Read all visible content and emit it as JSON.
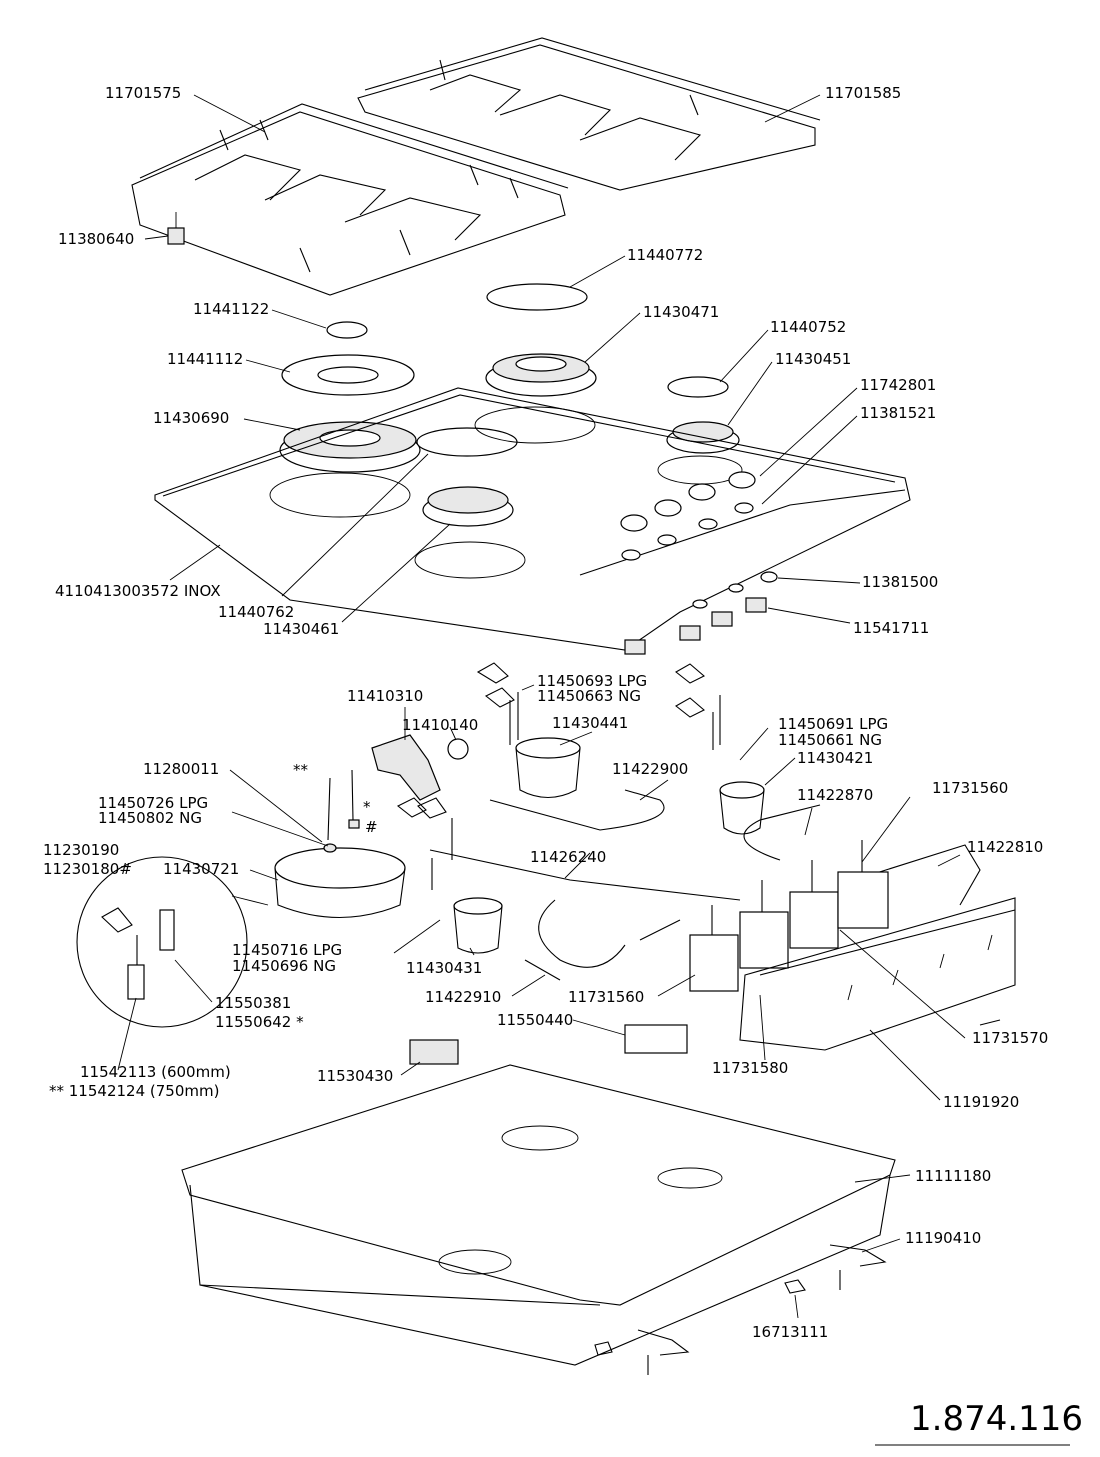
{
  "diagram": {
    "document_number": "1.874.116",
    "labels": [
      {
        "id": "l1",
        "text": "11701575"
      },
      {
        "id": "l2",
        "text": "11701585"
      },
      {
        "id": "l3",
        "text": "11380640"
      },
      {
        "id": "l4",
        "text": "11440772"
      },
      {
        "id": "l5",
        "text": "11441122"
      },
      {
        "id": "l6",
        "text": "11430471"
      },
      {
        "id": "l7",
        "text": "11440752"
      },
      {
        "id": "l8",
        "text": "11441112"
      },
      {
        "id": "l9",
        "text": "11430451"
      },
      {
        "id": "l10",
        "text": "11742801"
      },
      {
        "id": "l11",
        "text": "11430690"
      },
      {
        "id": "l12",
        "text": "11381521"
      },
      {
        "id": "l13",
        "text": "4110413003572  INOX"
      },
      {
        "id": "l14",
        "text": "11440762"
      },
      {
        "id": "l15",
        "text": "11430461"
      },
      {
        "id": "l16",
        "text": "11381500"
      },
      {
        "id": "l17",
        "text": "11541711"
      },
      {
        "id": "l18",
        "text": "11450693  LPG"
      },
      {
        "id": "l19",
        "text": "11450663  NG"
      },
      {
        "id": "l20",
        "text": "11410310"
      },
      {
        "id": "l21",
        "text": "11410140"
      },
      {
        "id": "l22",
        "text": "11430441"
      },
      {
        "id": "l23",
        "text": "11450691  LPG"
      },
      {
        "id": "l24",
        "text": "11450661  NG"
      },
      {
        "id": "l25",
        "text": "11280011"
      },
      {
        "id": "l26",
        "text": "11430421"
      },
      {
        "id": "l27",
        "text": "11422900"
      },
      {
        "id": "l28",
        "text": "11731560"
      },
      {
        "id": "l29",
        "text": "11422870"
      },
      {
        "id": "l30",
        "text": "11450726  LPG"
      },
      {
        "id": "l31",
        "text": "11450802  NG"
      },
      {
        "id": "l32",
        "text": "11422810"
      },
      {
        "id": "l33",
        "text": "11230190"
      },
      {
        "id": "l34",
        "text": "11230180#"
      },
      {
        "id": "l35",
        "text": "11430721"
      },
      {
        "id": "l36",
        "text": "11426240"
      },
      {
        "id": "l37",
        "text": "11450716  LPG"
      },
      {
        "id": "l38",
        "text": "11450696  NG"
      },
      {
        "id": "l39",
        "text": "11430431"
      },
      {
        "id": "l40",
        "text": "11422910"
      },
      {
        "id": "l41",
        "text": "11731560"
      },
      {
        "id": "l42",
        "text": "11550381"
      },
      {
        "id": "l43",
        "text": "11550642 *"
      },
      {
        "id": "l44",
        "text": "11550440"
      },
      {
        "id": "l45",
        "text": "11731570"
      },
      {
        "id": "l46",
        "text": "11542113  (600mm)"
      },
      {
        "id": "l47",
        "text": "** 11542124  (750mm)"
      },
      {
        "id": "l48",
        "text": "11530430"
      },
      {
        "id": "l49",
        "text": "11731580"
      },
      {
        "id": "l50",
        "text": "11191920"
      },
      {
        "id": "l51",
        "text": "11111180"
      },
      {
        "id": "l52",
        "text": "11190410"
      },
      {
        "id": "l53",
        "text": "16713111"
      }
    ],
    "markers": {
      "double_star": "**",
      "star": "*",
      "hash": "#"
    }
  }
}
